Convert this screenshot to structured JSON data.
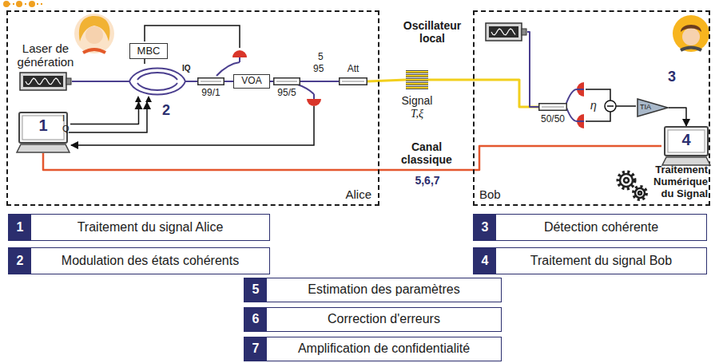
{
  "diagram": {
    "nodes": [
      {
        "text": [
          "Alice"
        ]
      },
      {
        "text": [
          "Laser de génération"
        ],
        "in": 0
      },
      {
        "text": [
          "1"
        ],
        "in": 0
      },
      {
        "text": [
          "MBC"
        ],
        "in": 0
      },
      {
        "text": [
          "IQ"
        ],
        "in": 0
      },
      {
        "text": [
          "99/1"
        ],
        "in": 0
      },
      {
        "text": [
          "VOA"
        ],
        "in": 0
      },
      {
        "text": [
          "95/5"
        ],
        "in": 0
      },
      {
        "text": [
          "Att"
        ],
        "in": 0
      },
      {
        "text": [
          "Signal",
          "T,ξ"
        ]
      },
      {
        "text": [
          "Bob"
        ]
      },
      {
        "text": [
          "Oscillateur local"
        ],
        "in": 10
      },
      {
        "text": [
          "50/50"
        ],
        "in": 10
      },
      {
        "text": [
          "TIA"
        ],
        "in": 10
      },
      {
        "text": [
          "4"
        ],
        "in": 10
      },
      {
        "text": [
          "1",
          "Traitement du signal Alice"
        ]
      },
      {
        "text": [
          "2",
          "Modulation des états cohérents"
        ]
      },
      {
        "text": [
          "3",
          "Détection cohérente"
        ]
      },
      {
        "text": [
          "4",
          "Traitement du signal Bob"
        ]
      },
      {
        "text": [
          "5",
          "Estimation des paramètres"
        ]
      },
      {
        "text": [
          "6",
          "Correction d'erreurs"
        ]
      },
      {
        "text": [
          "7",
          "Amplification de confidentialité"
        ]
      }
    ],
    "edges": [
      {
        "from": 1,
        "to": 4,
        "arrow": "none"
      },
      {
        "from": 4,
        "to": 5,
        "arrow": "none"
      },
      {
        "from": 5,
        "to": 6,
        "arrow": "none"
      },
      {
        "from": 6,
        "to": 7,
        "arrow": "none"
      },
      {
        "from": 7,
        "to": 8,
        "arrow": "none"
      },
      {
        "from": 8,
        "to": 9,
        "arrow": "none"
      },
      {
        "from": 9,
        "to": 12,
        "arrow": "none"
      },
      {
        "from": 11,
        "to": 12,
        "arrow": "none"
      },
      {
        "from": 13,
        "to": 14,
        "arrow": "to"
      },
      {
        "from": 14,
        "to": 2,
        "arrow": "none"
      },
      {
        "from": 2,
        "to": 4,
        "arrow": "to"
      }
    ],
    "labels": [
      "I",
      "Q",
      "2",
      "5",
      "95",
      "3",
      "η",
      "Canal classique",
      "5,6,7",
      "Traitement Numérique du Signal"
    ]
  }
}
